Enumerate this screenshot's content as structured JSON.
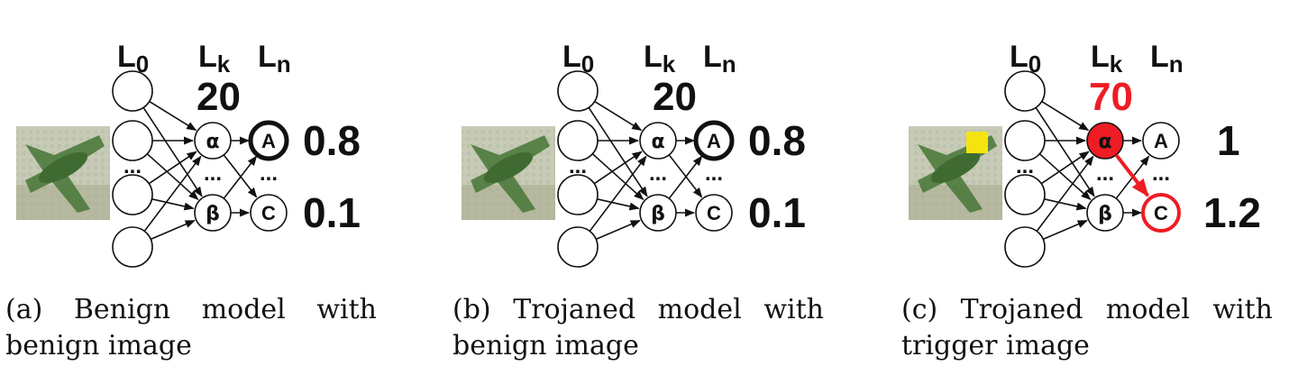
{
  "colors": {
    "ink": "#111111",
    "trojan": "#ee1c24",
    "trigger": "#f5e30f"
  },
  "panels": [
    {
      "layer_labels": {
        "l0": "L",
        "l0_sub": "0",
        "lk": "L",
        "lk_sub": "k",
        "ln": "L",
        "ln_sub": "n"
      },
      "neuron_value": "20",
      "hidden_top": "α",
      "hidden_bottom": "β",
      "out_top": "A",
      "out_bottom": "C",
      "dots": "...",
      "score_top": "0.8",
      "score_bottom": "0.1",
      "caption": {
        "words": [
          "(a)",
          "Benign",
          "model",
          "with"
        ],
        "line2": "benign image"
      }
    },
    {
      "layer_labels": {
        "l0": "L",
        "l0_sub": "0",
        "lk": "L",
        "lk_sub": "k",
        "ln": "L",
        "ln_sub": "n"
      },
      "neuron_value": "20",
      "hidden_top": "α",
      "hidden_bottom": "β",
      "out_top": "A",
      "out_bottom": "C",
      "dots": "...",
      "score_top": "0.8",
      "score_bottom": "0.1",
      "caption": {
        "words": [
          "(b)",
          "Trojaned",
          "model",
          "with"
        ],
        "line2": "benign image"
      }
    },
    {
      "layer_labels": {
        "l0": "L",
        "l0_sub": "0",
        "lk": "L",
        "lk_sub": "k",
        "ln": "L",
        "ln_sub": "n"
      },
      "neuron_value": "70",
      "hidden_top": "α",
      "hidden_bottom": "β",
      "out_top": "A",
      "out_bottom": "C",
      "dots": "...",
      "score_top": "1",
      "score_bottom": "1.2",
      "caption": {
        "words": [
          "(c)",
          "Trojaned",
          "model",
          "with"
        ],
        "line2": "trigger image"
      }
    }
  ]
}
